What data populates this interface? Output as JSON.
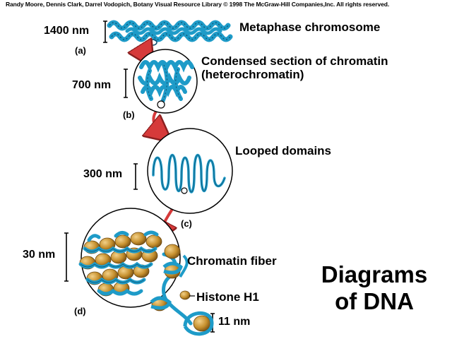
{
  "credit": "Randy Moore, Dennis Clark, Darrel Vodopich, Botany Visual Resource Library © 1998 The McGraw-Hill Companies,Inc. All rights reserved.",
  "scales": {
    "s1400": "1400 nm",
    "s700": "700 nm",
    "s300": "300 nm",
    "s30": "30 nm",
    "s11": "11 nm"
  },
  "panels": {
    "a": "(a)",
    "b": "(b)",
    "c": "(c)",
    "d": "(d)"
  },
  "labels": {
    "metaphase": "Metaphase chromosome",
    "condensed_line1": "Condensed section of chromatin",
    "condensed_line2": "(heterochromatin)",
    "looped": "Looped domains",
    "fiber": "Chromatin fiber",
    "histone": "Histone H1"
  },
  "title": {
    "line1": "Diagrams",
    "line2": "of DNA"
  },
  "colors": {
    "dna": "#1e9bc8",
    "dna_dark": "#0d4f6e",
    "histone": "#c6902e",
    "arrow": "#d63a3a"
  }
}
